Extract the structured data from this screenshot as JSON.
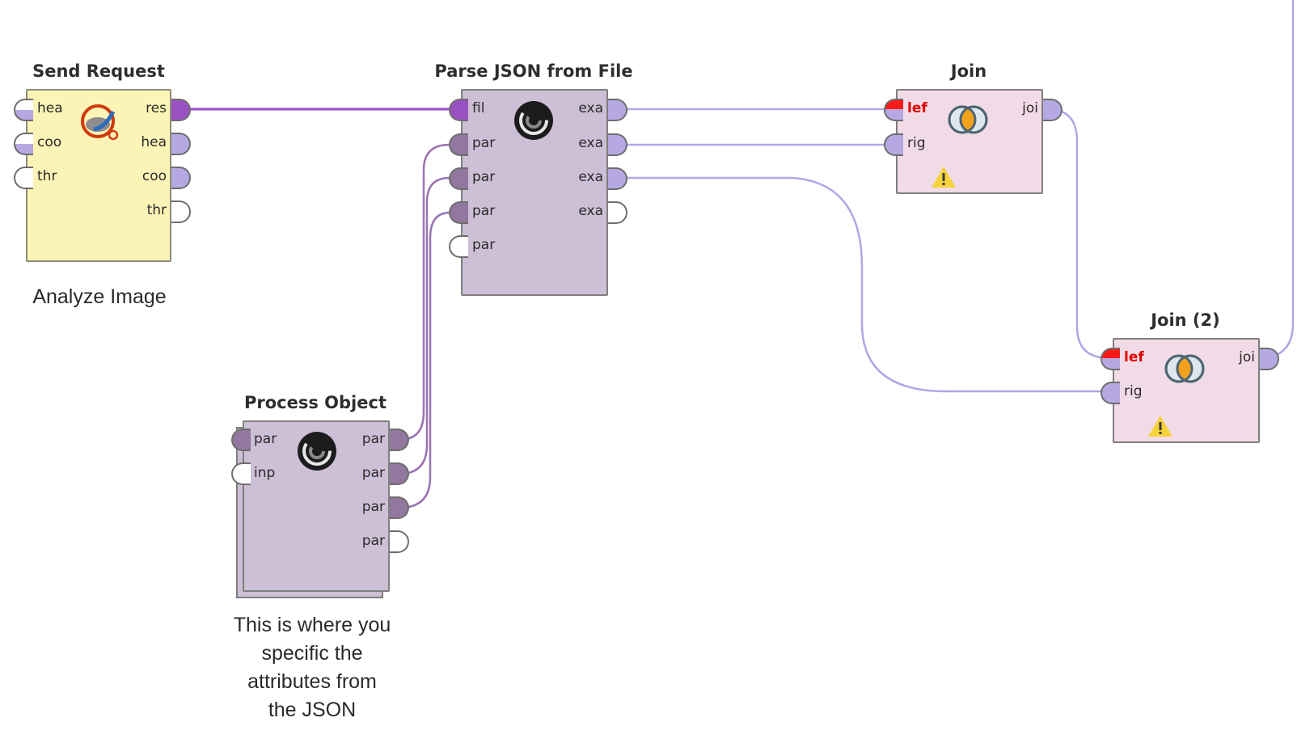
{
  "operators": {
    "send_request": {
      "title": "Send Request",
      "inputs": [
        "hea",
        "coo",
        "thr"
      ],
      "outputs": [
        "res",
        "hea",
        "coo",
        "thr"
      ],
      "icon": "web-request-icon",
      "caption": "Analyze Image"
    },
    "parse_json": {
      "title": "Parse JSON from File",
      "inputs": [
        "fil",
        "par",
        "par",
        "par",
        "par"
      ],
      "outputs": [
        "exa",
        "exa",
        "exa",
        "exa"
      ],
      "icon": "json-swirl-icon"
    },
    "process_object": {
      "title": "Process Object",
      "inputs": [
        "par",
        "inp"
      ],
      "outputs": [
        "par",
        "par",
        "par",
        "par"
      ],
      "icon": "json-swirl-icon",
      "caption_lines": [
        "This is where you",
        "specific the",
        "attributes from",
        "the JSON"
      ]
    },
    "join": {
      "title": "Join",
      "inputs": [
        "lef",
        "rig"
      ],
      "outputs": [
        "joi"
      ],
      "icon": "venn-join-icon",
      "warning": "warning-icon"
    },
    "join2": {
      "title": "Join (2)",
      "inputs": [
        "lef",
        "rig"
      ],
      "outputs": [
        "joi"
      ],
      "icon": "venn-join-icon",
      "warning": "warning-icon"
    }
  },
  "colors": {
    "wire_purple": "#9a4fc4",
    "wire_lavender": "#b3a6e6",
    "wire_dark": "#9a73b2",
    "box_yellow": "#fcf4b6",
    "box_purple": "#cdbfd6",
    "box_pink": "#f1dbe6",
    "warning": "#f7d23c"
  }
}
